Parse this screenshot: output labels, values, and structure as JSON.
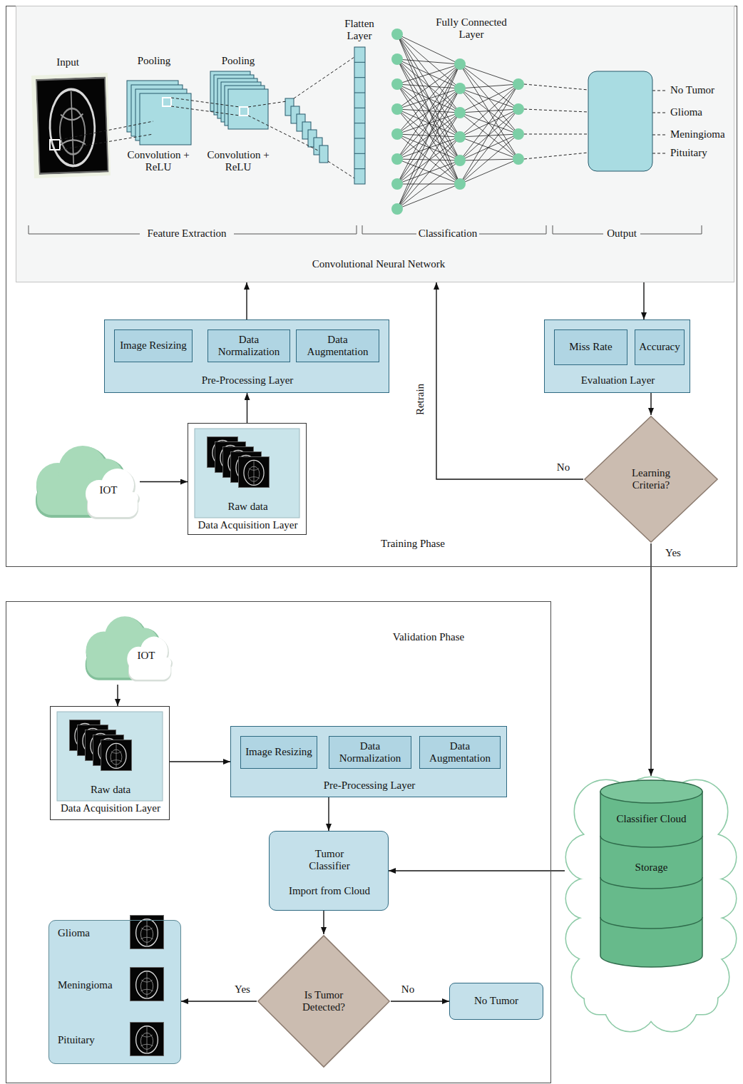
{
  "diagram": {
    "nodes": [
      {
        "text": [
          "Training Phase"
        ]
      },
      {
        "text": [
          "Convolutional Neural Network"
        ],
        "in": 0
      },
      {
        "text": [
          "Pre-Processing Layer"
        ],
        "in": 0
      },
      {
        "text": [
          "Image Resizing"
        ],
        "in": 2
      },
      {
        "text": [
          "Data Normalization"
        ],
        "in": 2
      },
      {
        "text": [
          "Data Augmentation"
        ],
        "in": 2
      },
      {
        "text": [
          "IOT"
        ],
        "in": 0
      },
      {
        "text": [
          "Raw data",
          "Data Acquisition Layer"
        ],
        "in": 0
      },
      {
        "text": [
          "Evaluation Layer"
        ],
        "in": 0
      },
      {
        "text": [
          "Miss Rate"
        ],
        "in": 8
      },
      {
        "text": [
          "Accuracy"
        ],
        "in": 8
      },
      {
        "text": [
          "Learning Criteria?"
        ],
        "in": 0
      },
      {
        "text": [
          "Validation Phase"
        ]
      },
      {
        "text": [
          "IOT"
        ],
        "in": 12
      },
      {
        "text": [
          "Raw data",
          "Data Acquisition Layer"
        ],
        "in": 12
      },
      {
        "text": [
          "Pre-Processing Layer"
        ],
        "in": 12
      },
      {
        "text": [
          "Image Resizing"
        ],
        "in": 15
      },
      {
        "text": [
          "Data Normalization"
        ],
        "in": 15
      },
      {
        "text": [
          "Data Augmentation"
        ],
        "in": 15
      },
      {
        "text": [
          "Tumor Classifier",
          "Import from Cloud"
        ],
        "in": 12
      },
      {
        "text": [
          "Is Tumor Detected?"
        ],
        "in": 12
      },
      {
        "text": [
          "Glioma",
          "Meningioma",
          "Pituitary"
        ],
        "in": 12
      },
      {
        "text": [
          "No Tumor"
        ],
        "in": 12
      },
      {
        "text": [
          "Classifier Cloud",
          "Storage"
        ]
      }
    ],
    "edges": [
      {
        "from": 6,
        "to": 7,
        "arrow": "to"
      },
      {
        "from": 7,
        "to": 2,
        "arrow": "to"
      },
      {
        "from": 2,
        "to": 1,
        "arrow": "to"
      },
      {
        "from": 1,
        "to": 8,
        "arrow": "to"
      },
      {
        "from": 8,
        "to": 11,
        "arrow": "to"
      },
      {
        "from": 11,
        "to": 1,
        "label": "Retrain",
        "arrow": "to"
      },
      {
        "from": 11,
        "to": 23,
        "label": "Yes",
        "arrow": "to"
      },
      {
        "from": 13,
        "to": 14,
        "arrow": "to"
      },
      {
        "from": 14,
        "to": 15,
        "arrow": "to"
      },
      {
        "from": 15,
        "to": 19,
        "arrow": "to"
      },
      {
        "from": 23,
        "to": 19,
        "arrow": "to"
      },
      {
        "from": 19,
        "to": 20,
        "arrow": "to"
      },
      {
        "from": 20,
        "to": 21,
        "label": "Yes",
        "arrow": "to"
      },
      {
        "from": 20,
        "to": 22,
        "label": "No",
        "arrow": "to"
      }
    ],
    "labels": [
      "Input",
      "Pooling",
      "Pooling",
      "Convolution + ReLU",
      "Convolution + ReLU",
      "Flatten Layer",
      "Fully Connected Layer",
      "No Tumor",
      "Glioma",
      "Meningioma",
      "Pituitary",
      "Feature Extraction",
      "Classification",
      "Output",
      "No"
    ]
  }
}
